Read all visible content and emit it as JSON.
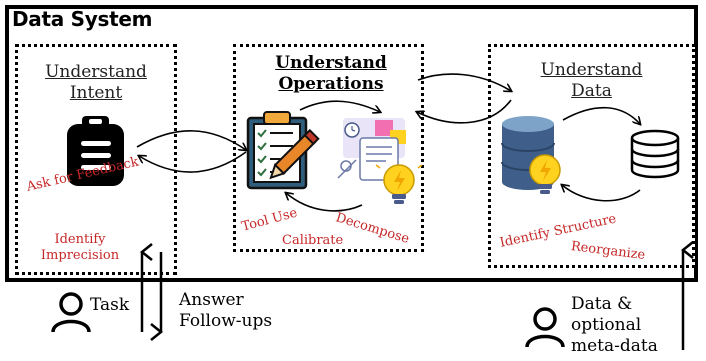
{
  "system": {
    "title": "Data System"
  },
  "panels": {
    "intent": {
      "title_line1": "Understand",
      "title_line2": "Intent"
    },
    "operations": {
      "title_line1": "Understand",
      "title_line2": "Operations"
    },
    "data": {
      "title_line1": "Understand",
      "title_line2": "Data"
    }
  },
  "labels": {
    "ask_feedback": "Ask for Feedback",
    "identify_imprecision_1": "Identify",
    "identify_imprecision_2": "Imprecision",
    "tool_use": "Tool Use",
    "calibrate": "Calibrate",
    "decompose": "Decompose",
    "identify_structure": "Identify Structure",
    "reorganize": "Reorganize"
  },
  "actors": {
    "task": "Task",
    "answer_1": "Answer",
    "answer_2": "Follow-ups",
    "data_1": "Data &",
    "data_2": "optional",
    "data_3": "meta-data"
  },
  "colors": {
    "accent_red": "#c62828",
    "bulb_yellow": "#ffd21f",
    "db_blue": "#3f5f8a"
  },
  "icons": [
    "clipboard-icon",
    "checklist-pencil-icon",
    "planning-board-icon",
    "lightbulb-icon",
    "database-icon",
    "person-icon"
  ]
}
